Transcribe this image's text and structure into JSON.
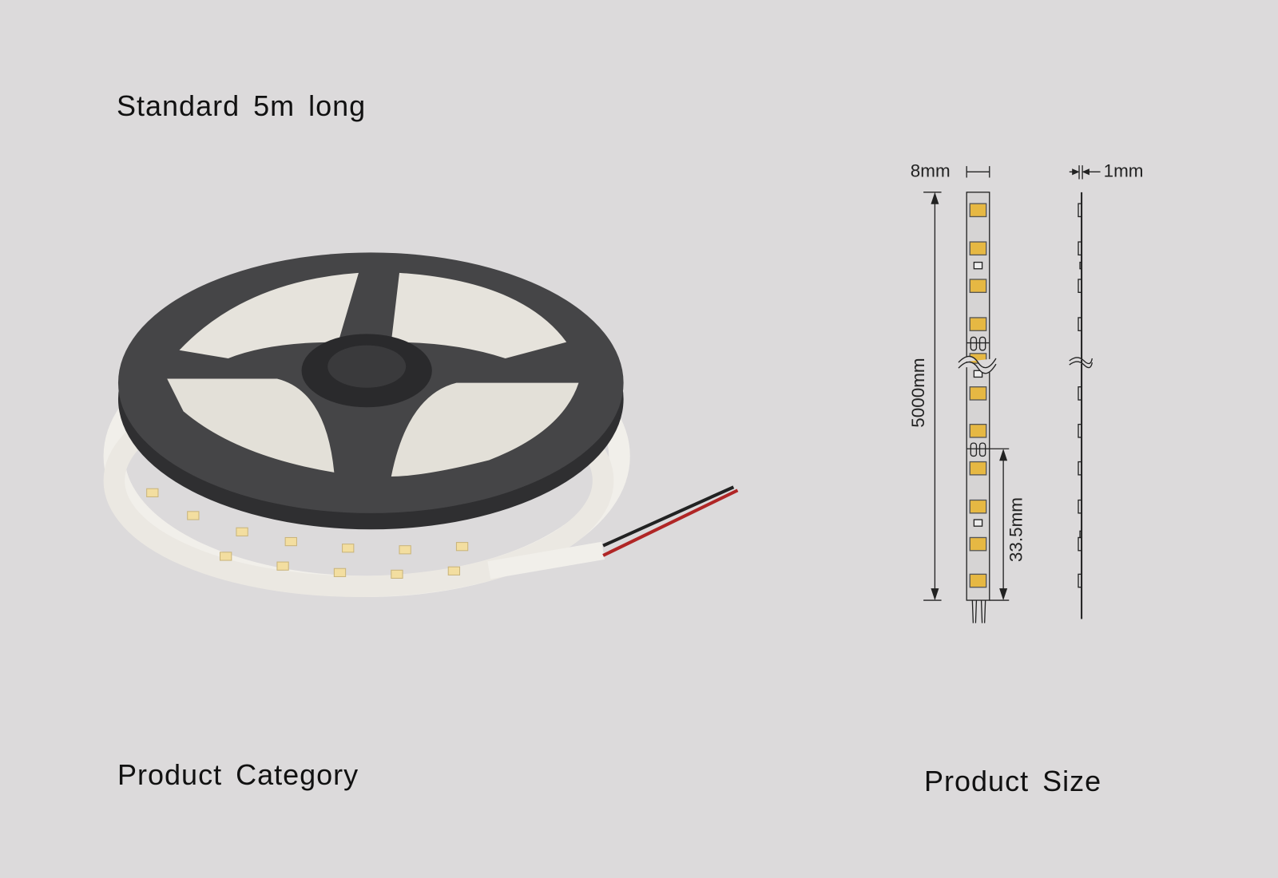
{
  "headline": "Standard 5m long",
  "category_caption": "Product Category",
  "size_caption": "Product Size",
  "dimensions": {
    "width": "8mm",
    "thickness": "1mm",
    "length": "5000mm",
    "cut_interval": "33.5mm"
  },
  "colors": {
    "background": "#dcdadb",
    "led": "#e6b843",
    "reel": "#3d3d3f",
    "strip": "#f1efea"
  }
}
